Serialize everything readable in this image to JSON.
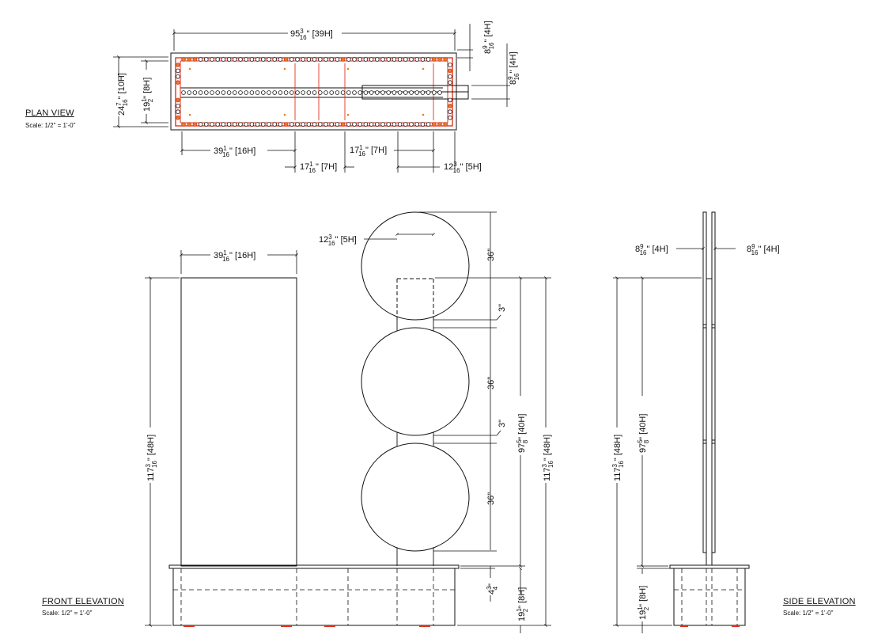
{
  "views": {
    "plan": {
      "title": "PLAN VIEW",
      "scale": "Scale: 1/2\" = 1'-0\""
    },
    "front": {
      "title": "FRONT ELEVATION",
      "scale": "Scale: 1/2\" = 1'-0\""
    },
    "side": {
      "title": "SIDE ELEVATION",
      "scale": "Scale: 1/2\" = 1'-0\""
    }
  },
  "dimensions": {
    "plan_total_width": {
      "whole": "95",
      "num": "3",
      "den": "16",
      "suffix": "\" [39H]"
    },
    "plan_top_right": {
      "whole": "8",
      "num": "9",
      "den": "16",
      "suffix": "\" [4H]"
    },
    "plan_right": {
      "whole": "8",
      "num": "9",
      "den": "16",
      "suffix": "\" [4H]"
    },
    "plan_outer_depth": {
      "whole": "24",
      "num": "7",
      "den": "16",
      "suffix": "\" [10H]"
    },
    "plan_inner_depth": {
      "whole": "19",
      "num": "1",
      "den": "2",
      "suffix": "\" [8H]"
    },
    "plan_left_panel": {
      "whole": "39",
      "num": "1",
      "den": "16",
      "suffix": "\" [16H]"
    },
    "plan_mid_upper": {
      "whole": "17",
      "num": "1",
      "den": "16",
      "suffix": "\" [7H]"
    },
    "plan_mid_lower": {
      "whole": "17",
      "num": "1",
      "den": "16",
      "suffix": "\" [7H]"
    },
    "plan_right_post": {
      "whole": "12",
      "num": "3",
      "den": "16",
      "suffix": "\" [5H]"
    },
    "front_panel_width": {
      "whole": "39",
      "num": "1",
      "den": "16",
      "suffix": "\" [16H]"
    },
    "front_post_width": {
      "whole": "12",
      "num": "3",
      "den": "16",
      "suffix": "\" [5H]"
    },
    "front_total_height": {
      "whole": "117",
      "num": "3",
      "den": "16",
      "suffix": "\" [48H]"
    },
    "front_right_total_height": {
      "whole": "117",
      "num": "3",
      "den": "16",
      "suffix": "\" [48H]"
    },
    "front_upper_height": {
      "whole": "97",
      "num": "5",
      "den": "8",
      "suffix": "\" [40H]"
    },
    "front_base_height": {
      "whole": "19",
      "num": "1",
      "den": "2",
      "suffix": "\" [8H]"
    },
    "front_base_inner": {
      "whole": "4",
      "num": "3",
      "den": "4",
      "suffix": "\""
    },
    "circle_1": "36\"",
    "circle_2": "36\"",
    "circle_3": "36\"",
    "gap_1": "3\"",
    "gap_2": "3\"",
    "side_left_thick": {
      "whole": "8",
      "num": "9",
      "den": "16",
      "suffix": "\" [4H]"
    },
    "side_right_thick": {
      "whole": "8",
      "num": "9",
      "den": "16",
      "suffix": "\" [4H]"
    },
    "side_total_height": {
      "whole": "117",
      "num": "3",
      "den": "16",
      "suffix": "\" [48H]"
    },
    "side_upper_height": {
      "whole": "97",
      "num": "5",
      "den": "8",
      "suffix": "\" [40H]"
    },
    "side_base_height": {
      "whole": "19",
      "num": "1",
      "den": "2",
      "suffix": "\" [8H]"
    }
  },
  "colors": {
    "line": "#111111",
    "accent_red": "#e0321e",
    "accent_orange": "#d9822b"
  }
}
